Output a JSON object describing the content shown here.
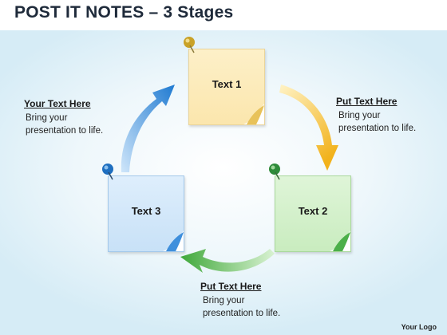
{
  "title": {
    "main": "POST IT NOTES",
    "dash": "–",
    "sub": "3 Stages"
  },
  "notes": [
    {
      "label": "Text 1",
      "color": "#fbe6ad",
      "pin_color": "#c9a227"
    },
    {
      "label": "Text 2",
      "color": "#c9ecbf",
      "pin_color": "#2e8b3a"
    },
    {
      "label": "Text 3",
      "color": "#c8e1f7",
      "pin_color": "#1f6fc0"
    }
  ],
  "arrows": [
    {
      "from": "Text 3",
      "to": "Text 1",
      "color": "#1f7ad1"
    },
    {
      "from": "Text 1",
      "to": "Text 2",
      "color": "#f2b21b"
    },
    {
      "from": "Text 2",
      "to": "Text 3",
      "color": "#3fa83a"
    }
  ],
  "callouts": [
    {
      "heading": "Your Text Here",
      "line1": "Bring your",
      "line2": "presentation to life."
    },
    {
      "heading": "Put Text Here",
      "line1": "Bring your",
      "line2": "presentation to life."
    },
    {
      "heading": "Put Text Here",
      "line1": "Bring your",
      "line2": "presentation to life."
    }
  ],
  "logo": "Your Logo"
}
